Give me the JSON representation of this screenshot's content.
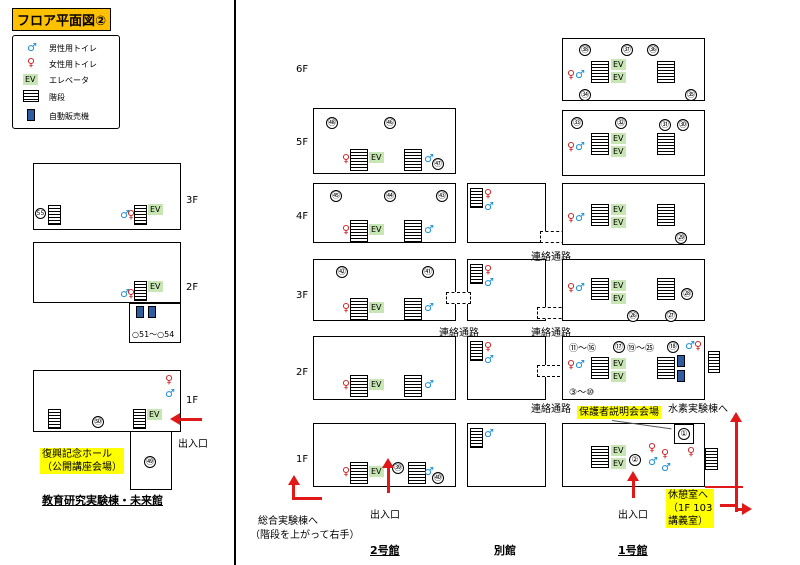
{
  "title": "フロア平面図②",
  "legend": {
    "male": "男性用トイレ",
    "female": "女性用トイレ",
    "ev_code": "EV",
    "ev": "エレベータ",
    "stairs": "階段",
    "vending": "自動販売機"
  },
  "floors": {
    "f1": "1F",
    "f2": "2F",
    "f3": "3F",
    "f4": "4F",
    "f5": "5F",
    "f6": "6F"
  },
  "ev": "EV",
  "rooms": {
    "r2": "②",
    "r3_10": "③～⑩",
    "r11_16": "⑪～⑯",
    "r17": "⑰",
    "r19_25": "⑲～㉕",
    "r18": "⑱",
    "r1": "①",
    "r26": "㉖",
    "r27": "㉗",
    "r28": "㉘",
    "r29": "㉙",
    "r30": "㉚",
    "r31": "㉛",
    "r32": "㉜",
    "r33": "㉝",
    "r34": "㉞",
    "r35": "㉟",
    "r36": "㊱",
    "r37": "㊲",
    "r38": "㊳",
    "r39": "㊴",
    "r40": "㊵",
    "r41": "㊶",
    "r42": "㊷",
    "r43": "㊸",
    "r44": "㊹",
    "r45": "㊺",
    "r46": "㊻",
    "r47": "㊼",
    "r48": "㊽",
    "r49": "㊾",
    "r50": "㊿",
    "r51_54": "○51～○54",
    "r55": "55"
  },
  "labels": {
    "entrance": "出入口",
    "connector": "連絡通路",
    "fukko_hall": "復興記念ホール",
    "fukko_hall_sub": "（公開講座会場）",
    "hogosha": "保護者説明会会場",
    "suiso": "水素実験棟へ",
    "sogo_1": "総合実験棟へ",
    "sogo_2": "（階段を上がって右手）",
    "kyukei_1": "休憩室へ",
    "kyukei_2": "（1F 103",
    "kyukei_3": "講義室）"
  },
  "buildings": {
    "left": "教育研究実験棟・未来館",
    "b2": "2号館",
    "annex": "別館",
    "b1": "1号館"
  }
}
